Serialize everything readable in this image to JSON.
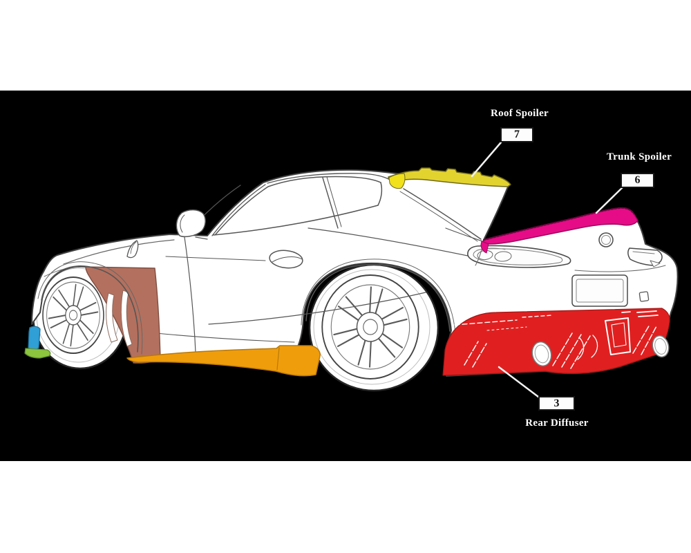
{
  "callouts": [
    {
      "id": "roof-spoiler",
      "label": "Roof Spoiler",
      "number": "7"
    },
    {
      "id": "trunk-spoiler",
      "label": "Trunk Spoiler",
      "number": "6"
    },
    {
      "id": "rear-diffuser",
      "label": "Rear Diffuser",
      "number": "3"
    }
  ],
  "colors": {
    "page": "#ffffff",
    "background": "#000000",
    "car_body": "#ffffff",
    "outline": "#3f3f3f",
    "roof_spoiler": "#e3d32f",
    "roof_spoiler_bright": "#f0e11c",
    "trunk_spoiler": "#e60c87",
    "rear_diffuser": "#e02020",
    "side_skirt": "#f09d0c",
    "fender_garnish": "#b4705e",
    "front_canard": "#2f9fd6",
    "front_splitter": "#8cc63f",
    "label_text": "#ffffff",
    "number_text": "#141414",
    "leader_line": "#f2f2f2",
    "box_background": "#fdfdfd",
    "box_border": "#161616"
  }
}
